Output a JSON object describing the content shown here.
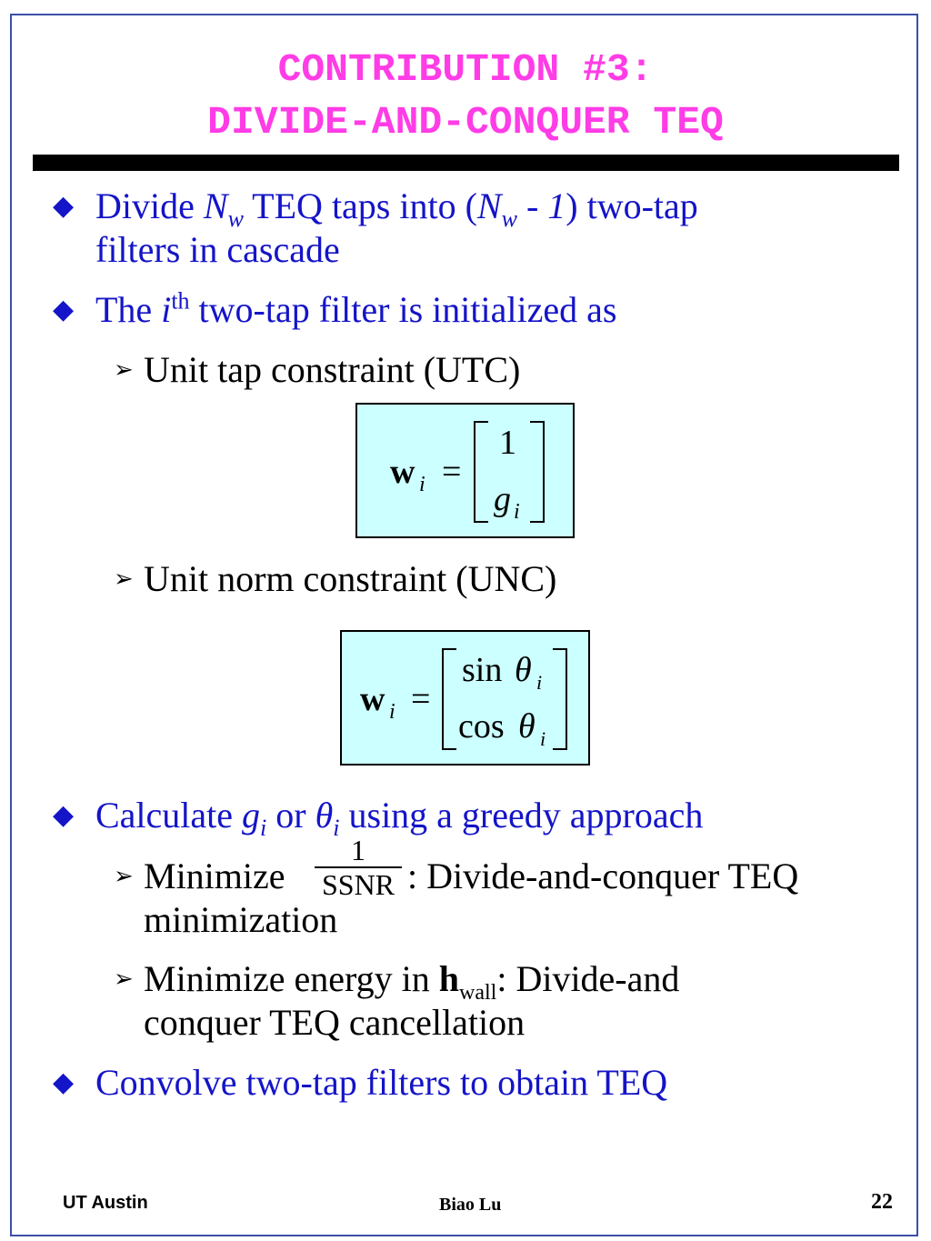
{
  "title": {
    "line1": "CONTRIBUTION #3:",
    "line2": "DIVIDE-AND-CONQUER TEQ"
  },
  "bullets": {
    "b1": {
      "t1": "Divide ",
      "nw_base": "N",
      "nw_sub": "w",
      "t2": " TEQ taps into (",
      "nw2_base": "N",
      "nw2_sub": "w",
      "t3": " - ",
      "one": "1",
      "t4": ") two-tap",
      "line2": "filters in cascade"
    },
    "b2": {
      "t1": "The ",
      "i": "i",
      "th": "th",
      "t2": " two-tap filter is initialized as"
    },
    "b3": {
      "t1": "Calculate ",
      "g": "g",
      "g_sub": "i",
      "t2": " or ",
      "theta": "θ",
      "theta_sub": "i",
      "t3": " using a greedy approach"
    },
    "b4": "Convolve two-tap filters to obtain TEQ"
  },
  "sub": {
    "utc": "Unit tap constraint  (UTC)",
    "unc": "Unit norm constraint (UNC)",
    "min1": {
      "pre": "Minimize ",
      "num": "1",
      "den": "SSNR",
      "post": " : Divide-and-conquer TEQ",
      "line2": "minimization"
    },
    "min2": {
      "pre": "Minimize energy in ",
      "h": "h",
      "h_sub": "wall",
      "post": ": Divide-and",
      "line2": "conquer TEQ cancellation"
    }
  },
  "eq1": {
    "w": "w",
    "w_sub": "i",
    "equals": "=",
    "top": "1",
    "bot": "g",
    "bot_sub": "i"
  },
  "eq2": {
    "w": "w",
    "w_sub": "i",
    "equals": "=",
    "top_fn": "sin",
    "top_var": "θ",
    "top_sub": "i",
    "bot_fn": "cos",
    "bot_var": "θ",
    "bot_sub": "i"
  },
  "footer": {
    "left": "UT Austin",
    "center": "Biao Lu",
    "page": "22"
  },
  "colors": {
    "title": "#ff3ce6",
    "bullet_text": "#1414c8",
    "eq_box_fill": "#ccffff",
    "frame": "#3d4fa8"
  },
  "icons": {
    "bullet": "diamond-bullet-icon",
    "sub_bullet": "arrowhead-bullet-icon"
  }
}
